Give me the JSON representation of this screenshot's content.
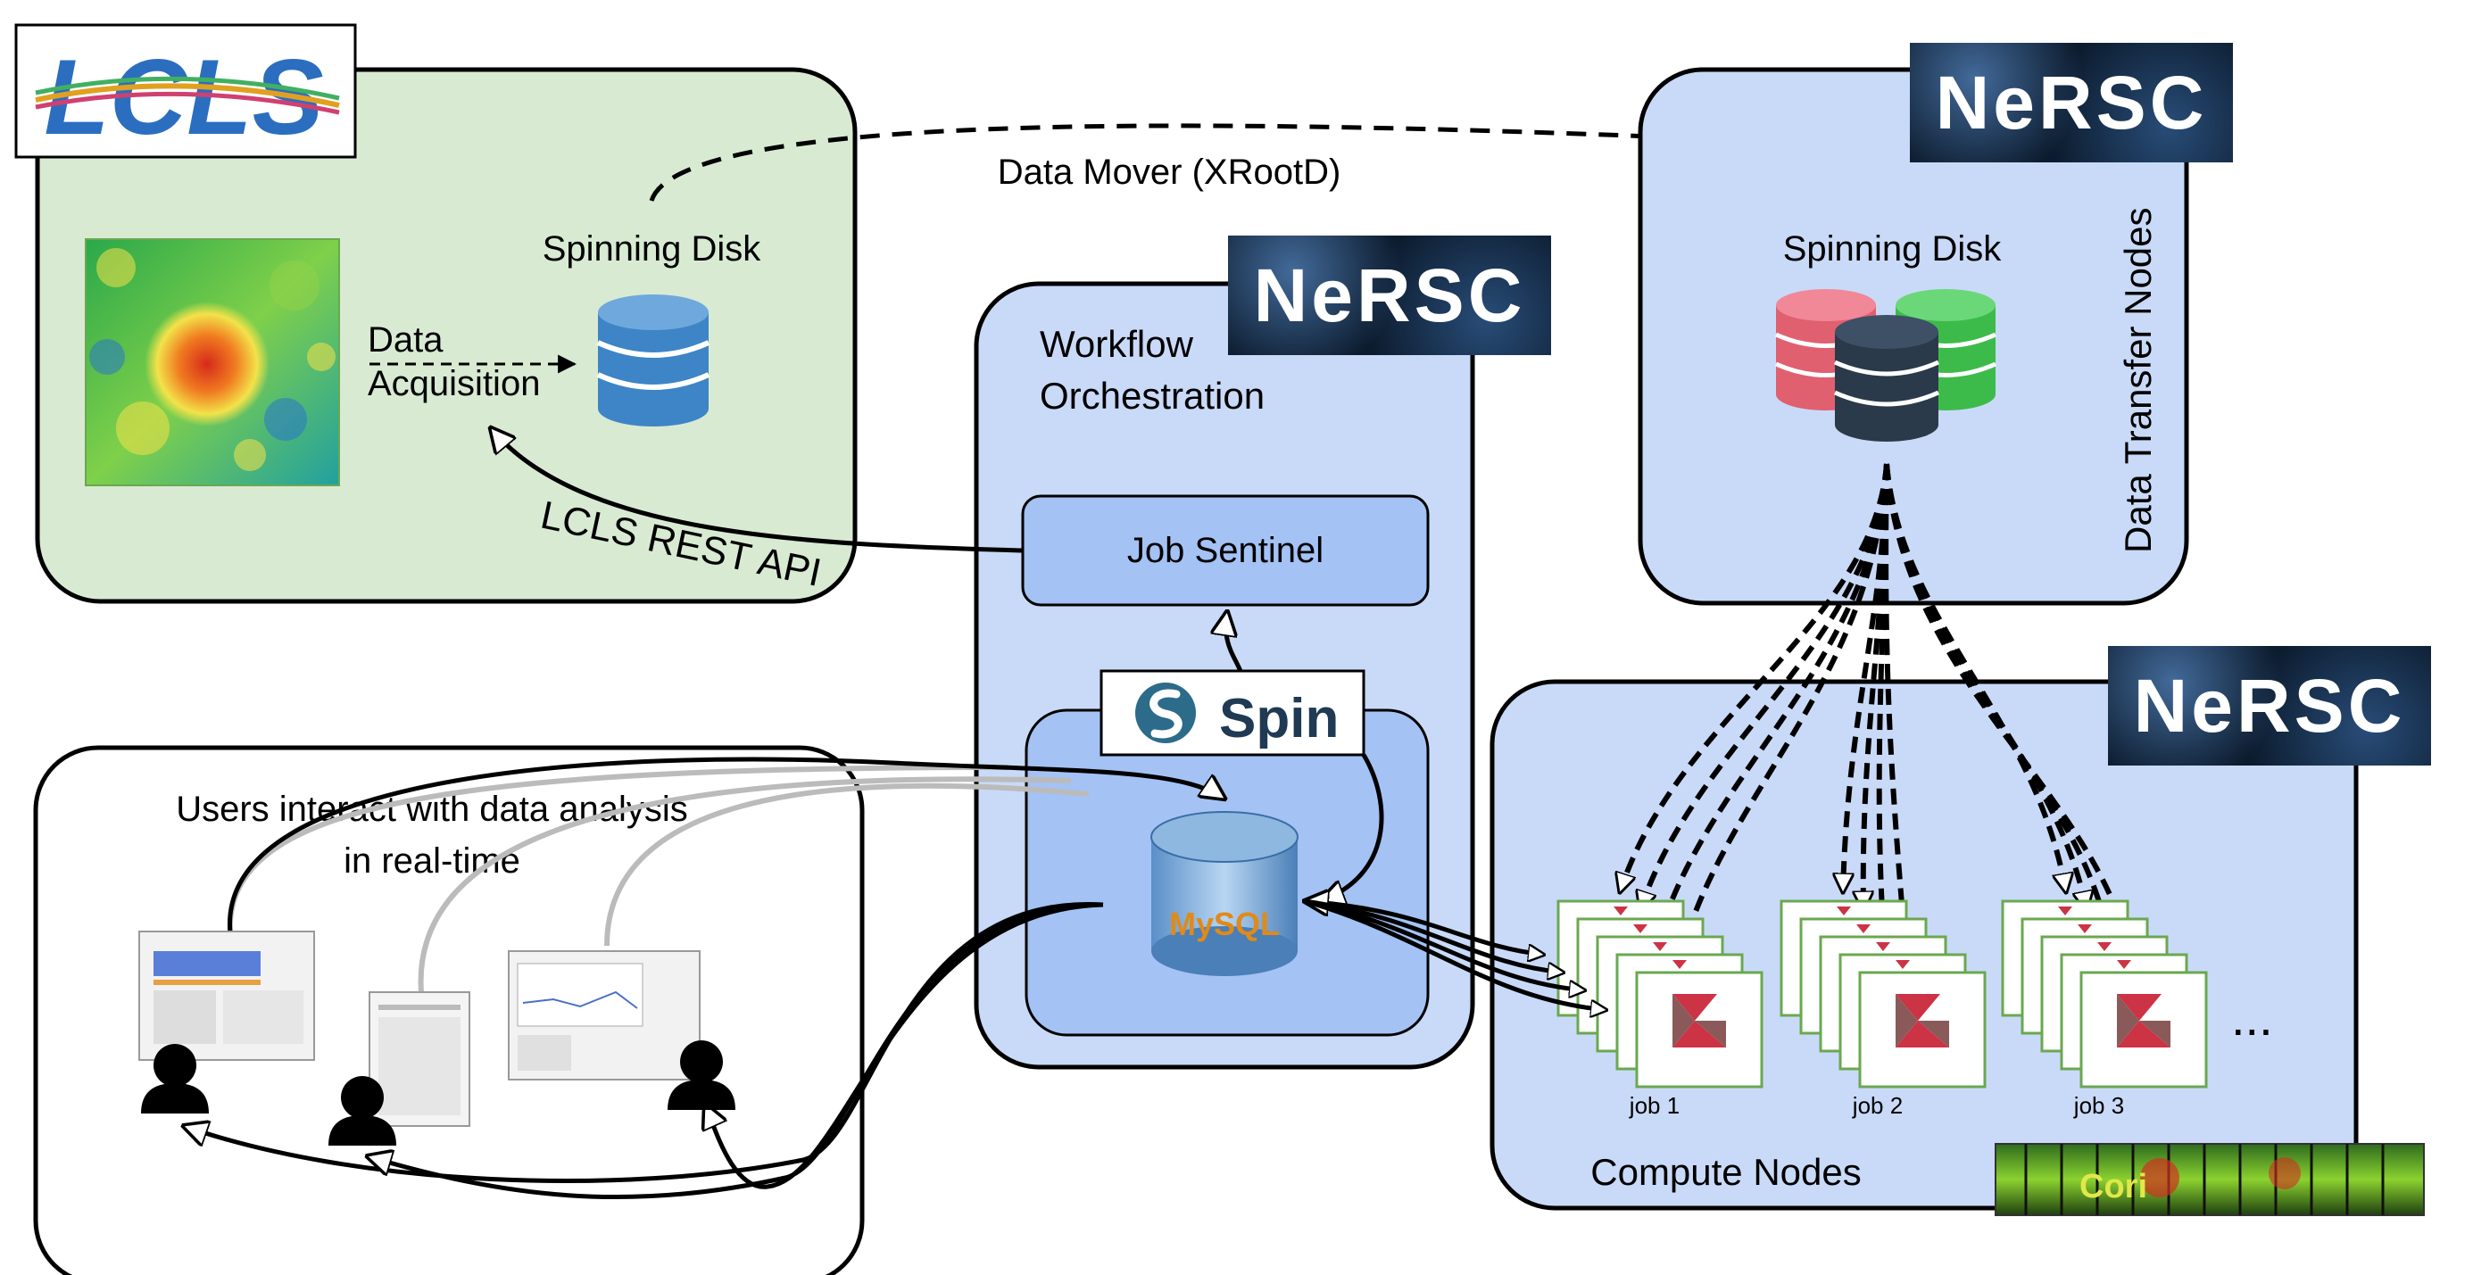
{
  "lcls_logo": "LCLS",
  "nersc_logo": "NeRSC",
  "lcls_box": {
    "spinning_disk": "Spinning Disk",
    "data_label": "Data",
    "acquisition_label": "Acquisition"
  },
  "data_mover": "Data Mover (XRootD)",
  "lcls_rest_api": "LCLS REST API",
  "workflow": {
    "title_line1": "Workflow",
    "title_line2": "Orchestration",
    "job_sentinel": "Job Sentinel",
    "spin_label": "Spin",
    "mysql_label": "MySQL"
  },
  "dtn": {
    "spinning_disk": "Spinning Disk",
    "side_label": "Data Transfer Nodes"
  },
  "users": {
    "line1": "Users interact with data analysis",
    "line2": "in real-time"
  },
  "compute": {
    "title": "Compute Nodes",
    "jobs": [
      "job 1",
      "job 2",
      "job 3"
    ],
    "ellipsis": "...",
    "cori_label": "Cori"
  },
  "colors": {
    "lcls_box_fill": "#d9ead3",
    "nersc_box_fill": "#c9daf8",
    "sentinel_fill": "#a4c2f4",
    "db_blue": "#3d85c6",
    "db_red": "#e06070",
    "db_green": "#3dbb4a",
    "db_dark": "#2b3a4a",
    "job_card_border": "#6aa84f",
    "job_icon_red": "#cc3344"
  }
}
